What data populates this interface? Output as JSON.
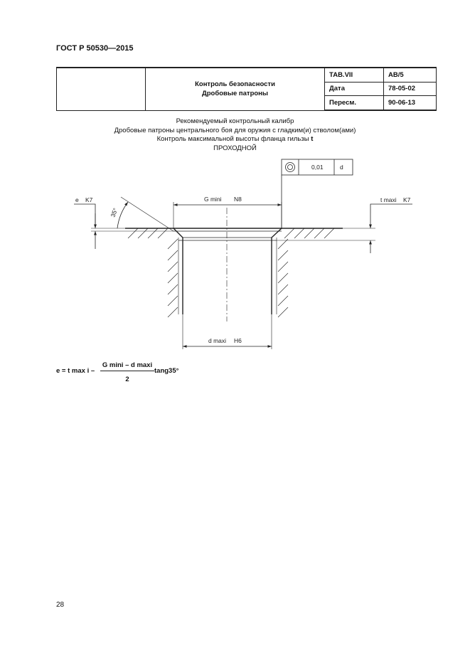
{
  "document": {
    "standard": "ГОСТ Р 50530—2015",
    "page_number": "28"
  },
  "header_table": {
    "title_line1": "Контроль безопасности",
    "title_line2": "Дробовые патроны",
    "rows": [
      {
        "key": "ТАВ.VII",
        "value": "АВ/5"
      },
      {
        "key": "Дата",
        "value": "78-05-02"
      },
      {
        "key": "Пересм.",
        "value": "90-06-13"
      }
    ]
  },
  "caption": {
    "line1": "Рекомендуемый контрольный калибр",
    "line2": "Дробовые патроны центрального боя для оружия с гладким(и) стволом(ами)",
    "line3_prefix": "Контроль максимальной высоты фланца гильзы ",
    "line3_symbol": "t",
    "line4": "ПРОХОДНОЙ"
  },
  "drawing": {
    "tolerance_value": "0,01",
    "tolerance_datum": "d",
    "label_e": "e",
    "label_e_tol": "K7",
    "angle": "35°",
    "label_g": "G mini",
    "label_g_tol": "N8",
    "label_t": "t maxi",
    "label_t_tol": "K7",
    "label_d": "d maxi",
    "label_d_tol": "H6"
  },
  "formula": {
    "left": "e = t max i –",
    "numerator": "G mini – d maxi",
    "denominator": "2",
    "right": "tang35°"
  }
}
